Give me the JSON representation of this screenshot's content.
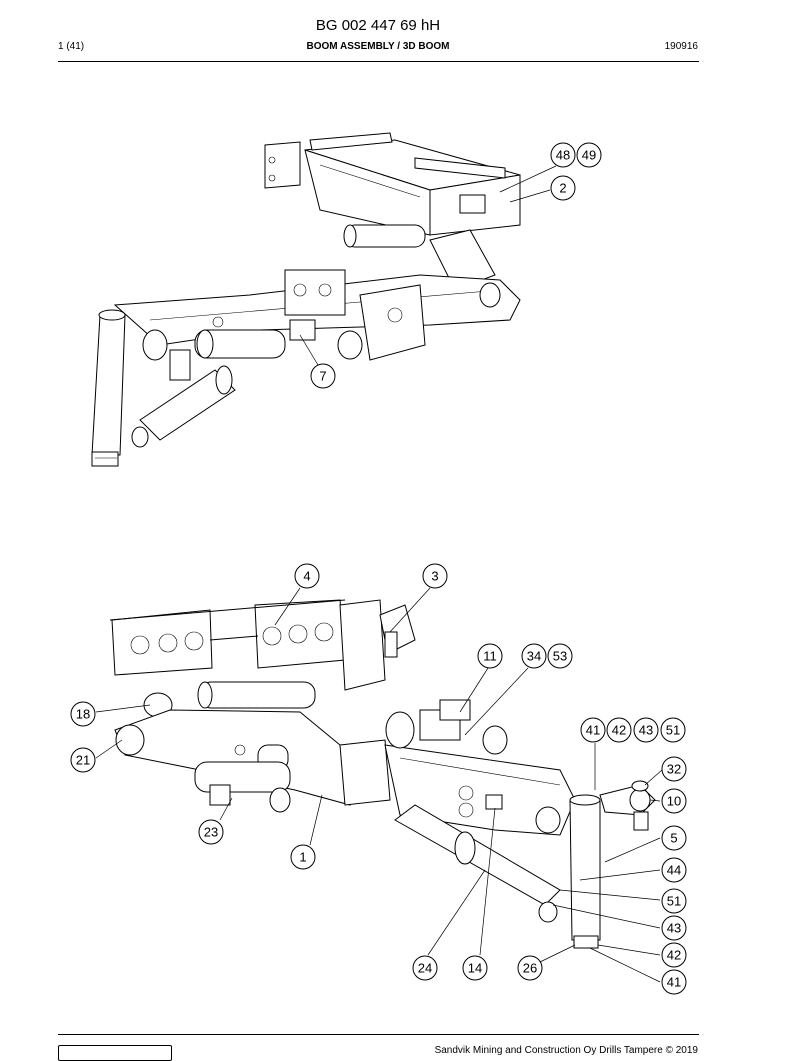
{
  "header": {
    "doc_id": "BG 002 447 69 hH",
    "page": "1 (41)",
    "subtitle": "BOOM ASSEMBLY / 3D BOOM",
    "date": "190916"
  },
  "footer": {
    "copyright": "Sandvik Mining and Construction Oy Drills Tampere © 2019"
  },
  "top_view": {
    "callouts": [
      "48",
      "49",
      "2",
      "7"
    ]
  },
  "bottom_view": {
    "callouts": [
      "4",
      "3",
      "11",
      "34",
      "53",
      "18",
      "41",
      "42",
      "43",
      "51",
      "21",
      "32",
      "10",
      "5",
      "23",
      "1",
      "44",
      "51",
      "43",
      "42",
      "41",
      "24",
      "14",
      "26"
    ]
  }
}
